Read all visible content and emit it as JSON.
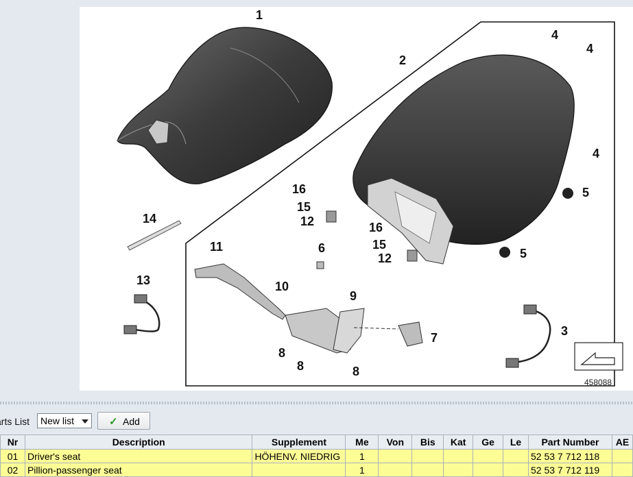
{
  "diagram": {
    "callouts": [
      "1",
      "2",
      "3",
      "4",
      "4",
      "4",
      "5",
      "5",
      "6",
      "7",
      "8",
      "8",
      "8",
      "9",
      "10",
      "11",
      "12",
      "12",
      "13",
      "14",
      "15",
      "15",
      "16",
      "16"
    ],
    "image_number": "458088"
  },
  "toolbar": {
    "parts_list_label": "arts List",
    "list_select_value": "New list",
    "add_label": "Add"
  },
  "table": {
    "headers": [
      "Nr",
      "Description",
      "Supplement",
      "Me",
      "Von",
      "Bis",
      "Kat",
      "Ge",
      "Le",
      "Part Number",
      "AE"
    ],
    "rows": [
      [
        "01",
        "Driver's seat",
        "HÖHENV. NIEDRIG",
        "1",
        "",
        "",
        "",
        "",
        "",
        "52 53 7 712 118",
        ""
      ],
      [
        "02",
        "Pillion-passenger seat",
        "",
        "1",
        "",
        "",
        "",
        "",
        "",
        "52 53 7 712 119",
        ""
      ]
    ]
  },
  "colors": {
    "row_highlight": "#fdfd96",
    "header_bg": "#e8edf2",
    "page_bg": "#e4e9ef"
  }
}
